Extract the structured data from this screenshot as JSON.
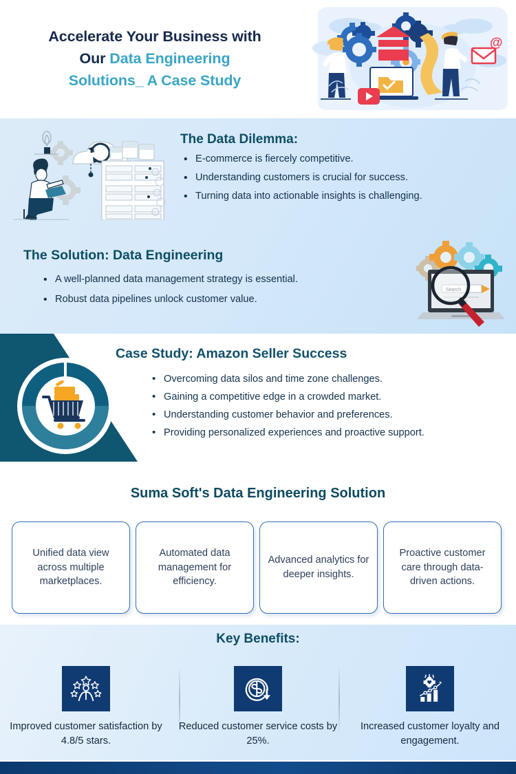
{
  "hero": {
    "line1": "Accelerate Your Business with",
    "line2_plain": "Our ",
    "line2_accent": "Data Engineering",
    "line3_accent": "Solutions_ A Case Study",
    "art_name": "business-teamwork-illustration"
  },
  "dilemma": {
    "heading": "The Data Dilemma:",
    "bullets": [
      "E-commerce is fiercely competitive.",
      "Understanding customers is crucial for success.",
      "Turning data into actionable insights is challenging."
    ],
    "art_name": "data-server-cloud-illustration"
  },
  "solution": {
    "heading": "The Solution: Data Engineering",
    "bullets": [
      "A well-planned data management strategy is essential.",
      "Robust data pipelines unlock customer value."
    ],
    "art_name": "laptop-magnifier-search-illustration",
    "search_label": "Search"
  },
  "case_study": {
    "heading": "Case Study: Amazon Seller Success",
    "bullets": [
      "Overcoming data silos and time zone challenges.",
      "Gaining a competitive edge in a crowded market.",
      "Understanding customer behavior and preferences.",
      "Providing personalized experiences and proactive support."
    ],
    "medallion_icon": "shopping-cart-icon"
  },
  "suma_solution": {
    "heading": "Suma Soft's Data Engineering Solution",
    "cards": [
      "Unified data view across multiple marketplaces.",
      "Automated data management for efficiency.",
      "Advanced analytics for deeper insights.",
      "Proactive customer care through data-driven actions."
    ]
  },
  "key_benefits": {
    "heading": "Key Benefits:",
    "items": [
      {
        "icon": "person-with-stars-icon",
        "text": "Improved customer satisfaction by 4.8/5 stars."
      },
      {
        "icon": "dollar-refund-arrow-icon",
        "text": "Reduced customer service costs by 25%."
      },
      {
        "icon": "growth-chart-heart-icon",
        "text": "Increased customer loyalty and engagement."
      }
    ]
  },
  "colors": {
    "navy": "#15294b",
    "teal_accent": "#3aa5c4",
    "heading_teal": "#0d4e63",
    "wedge_teal": "#0f5670",
    "card_border": "#2f6db5",
    "icon_box_navy": "#103a72",
    "footer_navy": "#0b3a6f"
  }
}
